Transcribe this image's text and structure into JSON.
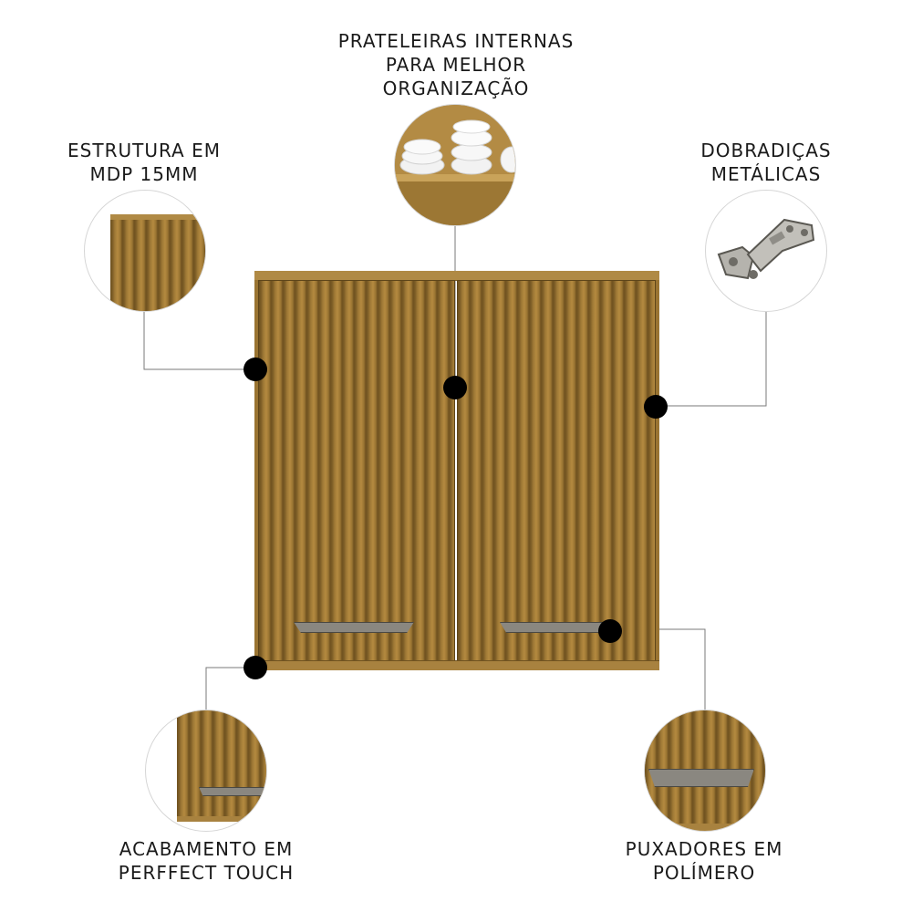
{
  "callouts": {
    "shelves": {
      "line1": "PRATELEIRAS INTERNAS",
      "line2": "PARA MELHOR",
      "line3": "ORGANIZAÇÃO"
    },
    "structure": {
      "line1": "ESTRUTURA EM",
      "line2": "MDP 15MM"
    },
    "hinges": {
      "line1": "DOBRADIÇAS",
      "line2": "METÁLICAS"
    },
    "finish": {
      "line1": "ACABAMENTO EM",
      "line2": "PERFFECT TOUCH"
    },
    "handles": {
      "line1": "PUXADORES EM",
      "line2": "POLÍMERO"
    }
  },
  "colors": {
    "wood": "#8c6a2e",
    "wood_dark": "#6f5220",
    "handle": "#8a8780",
    "dot": "#000000"
  }
}
